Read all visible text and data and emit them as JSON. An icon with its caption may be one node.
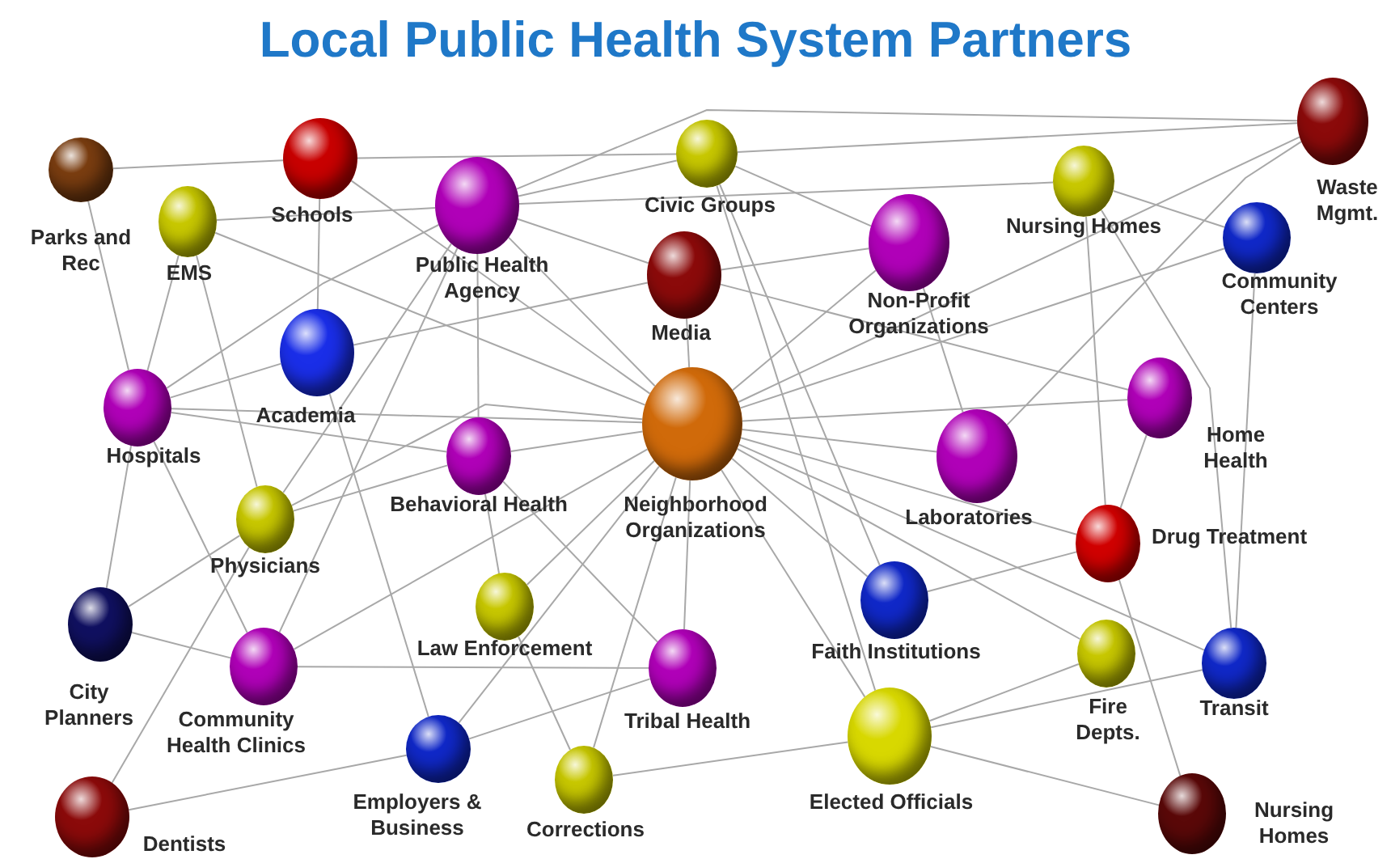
{
  "diagram": {
    "title": "Local Public Health System Partners",
    "nodes": [
      {
        "text": [
          "Parks and Rec"
        ]
      },
      {
        "text": [
          "Schools"
        ]
      },
      {
        "text": [
          "Civic Groups"
        ]
      },
      {
        "text": [
          "Waste Mgmt."
        ]
      },
      {
        "text": [
          "EMS"
        ]
      },
      {
        "text": [
          "Public Health Agency"
        ]
      },
      {
        "text": [
          "Nursing Homes"
        ]
      },
      {
        "text": [
          "Media"
        ]
      },
      {
        "text": [
          "Non-Profit Organizations"
        ]
      },
      {
        "text": [
          "Community Centers"
        ]
      },
      {
        "text": [
          "Academia"
        ]
      },
      {
        "text": [
          "Hospitals"
        ]
      },
      {
        "text": [
          "Neighborhood Organizations"
        ]
      },
      {
        "text": [
          "Home Health"
        ]
      },
      {
        "text": [
          "Behavioral Health"
        ]
      },
      {
        "text": [
          "Laboratories"
        ]
      },
      {
        "text": [
          "Physicians"
        ]
      },
      {
        "text": [
          "Drug Treatment"
        ]
      },
      {
        "text": [
          "City Planners"
        ]
      },
      {
        "text": [
          "Law Enforcement"
        ]
      },
      {
        "text": [
          "Faith Institutions"
        ]
      },
      {
        "text": [
          "Community Health Clinics"
        ]
      },
      {
        "text": [
          "Tribal Health"
        ]
      },
      {
        "text": [
          "Fire Depts."
        ]
      },
      {
        "text": [
          "Transit"
        ]
      },
      {
        "text": [
          "Employers & Business"
        ]
      },
      {
        "text": [
          "Elected Officials"
        ]
      },
      {
        "text": [
          "Corrections"
        ]
      },
      {
        "text": [
          "Dentists"
        ]
      },
      {
        "text": [
          "Nursing Homes"
        ]
      }
    ],
    "edges": [
      {
        "from": 0,
        "to": 1,
        "arrow": "none"
      },
      {
        "from": 0,
        "to": 11,
        "arrow": "none"
      },
      {
        "from": 1,
        "to": 2,
        "arrow": "none"
      },
      {
        "from": 1,
        "to": 10,
        "arrow": "none"
      },
      {
        "from": 1,
        "to": 12,
        "arrow": "none"
      },
      {
        "from": 4,
        "to": 5,
        "arrow": "none"
      },
      {
        "from": 4,
        "to": 11,
        "arrow": "none"
      },
      {
        "from": 4,
        "to": 16,
        "arrow": "none"
      },
      {
        "from": 4,
        "to": 12,
        "arrow": "none"
      },
      {
        "from": 5,
        "to": 2,
        "arrow": "none"
      },
      {
        "from": 5,
        "to": 3,
        "arrow": "none"
      },
      {
        "from": 5,
        "to": 7,
        "arrow": "none"
      },
      {
        "from": 5,
        "to": 12,
        "arrow": "none"
      },
      {
        "from": 5,
        "to": 14,
        "arrow": "none"
      },
      {
        "from": 5,
        "to": 11,
        "arrow": "none"
      },
      {
        "from": 5,
        "to": 21,
        "arrow": "none"
      },
      {
        "from": 5,
        "to": 16,
        "arrow": "none"
      },
      {
        "from": 5,
        "to": 6,
        "arrow": "none"
      },
      {
        "from": 2,
        "to": 3,
        "arrow": "none"
      },
      {
        "from": 2,
        "to": 8,
        "arrow": "none"
      },
      {
        "from": 2,
        "to": 26,
        "arrow": "none"
      },
      {
        "from": 2,
        "to": 20,
        "arrow": "none"
      },
      {
        "from": 7,
        "to": 10,
        "arrow": "none"
      },
      {
        "from": 7,
        "to": 8,
        "arrow": "none"
      },
      {
        "from": 7,
        "to": 13,
        "arrow": "none"
      },
      {
        "from": 7,
        "to": 12,
        "arrow": "none"
      },
      {
        "from": 8,
        "to": 15,
        "arrow": "none"
      },
      {
        "from": 8,
        "to": 12,
        "arrow": "none"
      },
      {
        "from": 6,
        "to": 17,
        "arrow": "none"
      },
      {
        "from": 6,
        "to": 24,
        "arrow": "none"
      },
      {
        "from": 6,
        "to": 9,
        "arrow": "none"
      },
      {
        "from": 3,
        "to": 12,
        "arrow": "none"
      },
      {
        "from": 3,
        "to": 15,
        "arrow": "none"
      },
      {
        "from": 9,
        "to": 24,
        "arrow": "none"
      },
      {
        "from": 9,
        "to": 12,
        "arrow": "none"
      },
      {
        "from": 13,
        "to": 17,
        "arrow": "none"
      },
      {
        "from": 13,
        "to": 12,
        "arrow": "none"
      },
      {
        "from": 12,
        "to": 15,
        "arrow": "none"
      },
      {
        "from": 12,
        "to": 11,
        "arrow": "none"
      },
      {
        "from": 12,
        "to": 14,
        "arrow": "none"
      },
      {
        "from": 12,
        "to": 16,
        "arrow": "none"
      },
      {
        "from": 12,
        "to": 17,
        "arrow": "none"
      },
      {
        "from": 12,
        "to": 24,
        "arrow": "none"
      },
      {
        "from": 12,
        "to": 23,
        "arrow": "none"
      },
      {
        "from": 12,
        "to": 20,
        "arrow": "none"
      },
      {
        "from": 12,
        "to": 26,
        "arrow": "none"
      },
      {
        "from": 12,
        "to": 22,
        "arrow": "none"
      },
      {
        "from": 12,
        "to": 27,
        "arrow": "none"
      },
      {
        "from": 12,
        "to": 25,
        "arrow": "none"
      },
      {
        "from": 12,
        "to": 21,
        "arrow": "none"
      },
      {
        "from": 12,
        "to": 19,
        "arrow": "none"
      },
      {
        "from": 14,
        "to": 11,
        "arrow": "none"
      },
      {
        "from": 14,
        "to": 16,
        "arrow": "none"
      },
      {
        "from": 14,
        "to": 19,
        "arrow": "none"
      },
      {
        "from": 14,
        "to": 22,
        "arrow": "none"
      },
      {
        "from": 11,
        "to": 10,
        "arrow": "none"
      },
      {
        "from": 11,
        "to": 18,
        "arrow": "none"
      },
      {
        "from": 11,
        "to": 21,
        "arrow": "none"
      },
      {
        "from": 16,
        "to": 18,
        "arrow": "none"
      },
      {
        "from": 16,
        "to": 28,
        "arrow": "none"
      },
      {
        "from": 10,
        "to": 25,
        "arrow": "none"
      },
      {
        "from": 18,
        "to": 21,
        "arrow": "none"
      },
      {
        "from": 21,
        "to": 22,
        "arrow": "none"
      },
      {
        "from": 19,
        "to": 27,
        "arrow": "none"
      },
      {
        "from": 22,
        "to": 25,
        "arrow": "none"
      },
      {
        "from": 20,
        "to": 17,
        "arrow": "none"
      },
      {
        "from": 17,
        "to": 29,
        "arrow": "none"
      },
      {
        "from": 26,
        "to": 23,
        "arrow": "none"
      },
      {
        "from": 26,
        "to": 24,
        "arrow": "none"
      },
      {
        "from": 26,
        "to": 29,
        "arrow": "none"
      },
      {
        "from": 26,
        "to": 27,
        "arrow": "none"
      },
      {
        "from": 25,
        "to": 28,
        "arrow": "none"
      }
    ]
  }
}
